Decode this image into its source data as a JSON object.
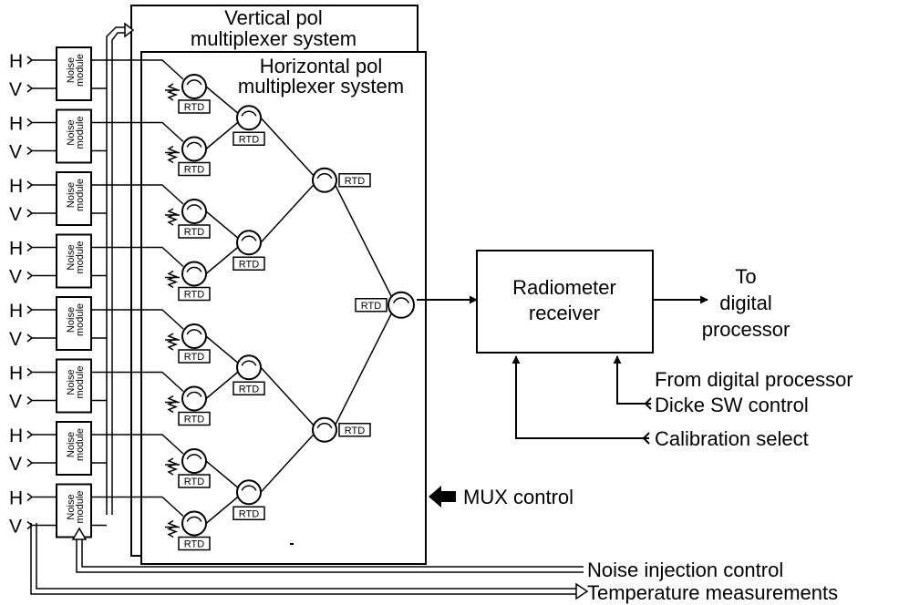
{
  "vertical_pol": {
    "line1": "Vertical pol",
    "line2": "multiplexer system"
  },
  "horizontal_pol": {
    "line1": "Horizontal pol",
    "line2": "multiplexer system"
  },
  "input_h": "H",
  "input_v": "V",
  "noise_module": {
    "line1": "Noise",
    "line2": "module"
  },
  "rtd_label": "RTD",
  "radiometer": {
    "line1": "Radiometer",
    "line2": "receiver"
  },
  "output": {
    "line1": "To",
    "line2": "digital",
    "line3": "processor"
  },
  "dicke": {
    "line1": "From digital processor",
    "line2": "Dicke SW control"
  },
  "calibration_select": "Calibration select",
  "mux_control": "MUX control",
  "noise_injection_control": "Noise injection control",
  "temperature_measurements": "Temperature measurements",
  "module_count": 8
}
